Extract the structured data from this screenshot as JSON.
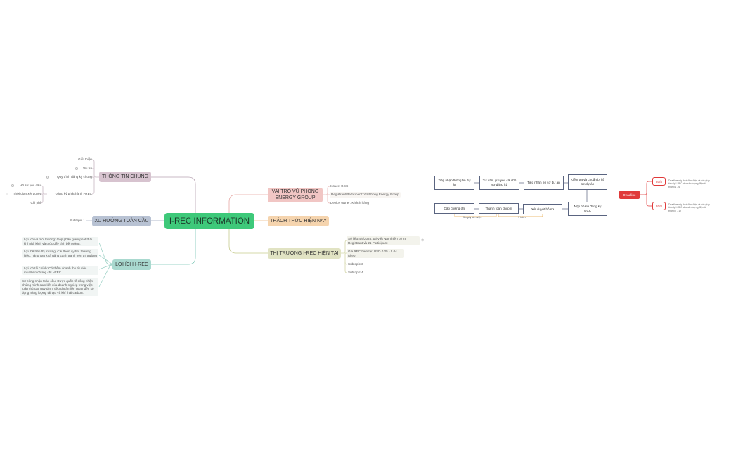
{
  "mindmap": {
    "central": "I-REC INFORMATION",
    "thong_tin_chung": {
      "label": "THÔNG TIN CHUNG",
      "items": [
        "Giới thiệu",
        "Vai trò",
        "Quy trình đăng ký chung",
        "Đăng ký phát hành I-REC"
      ],
      "sub_items": [
        "Hồ sơ yêu cầu",
        "Thời gian xét duyệt",
        "Chi phí"
      ]
    },
    "xu_huong": {
      "label": "XU HƯỚNG TOÀN CẦU",
      "items": [
        "Subtopic 1"
      ]
    },
    "loi_ich": {
      "label": "LỢI ÍCH I-REC",
      "items": [
        "Lợi ích về môi trường: Góp phần giảm phát thải khí nhà kính và thúc đẩy tính bền vững.",
        "Lợi thế trên thị trường: Cải thiện uy tín, thương hiệu, nâng cao khả năng cạnh tranh trên thị trường",
        "Lợi ích tài chính: Có thêm doanh thu từ việc mua/bán chứng chỉ I-REC.",
        "Sự công nhận toàn cầu: Được quốc tế công nhận, chứng minh cam kết của doanh nghiệp trong việc tuân thủ các quy định, tiêu chuẩn liên quan đến sử dụng năng lượng tái tạo và khí thải carbon."
      ]
    },
    "vai_tro": {
      "label": "VAI TRÒ VŨ PHONG ENERGY GROUP",
      "items": [
        "Issuer: GCC",
        "Registrant/Participant: Vũ Phong Energy Group",
        "Device owner: Khách hàng"
      ]
    },
    "thach_thuc": {
      "label": "THÁCH THỨC HIỆN NAY"
    },
    "thi_truong": {
      "label": "THỊ TRƯỜNG I-REC HIỆN TẠI",
      "items": [
        "Số liệu 4/9/2025: tại Việt Nam hiện có 29 Registrant và 21 Participant",
        "Giá REC hiện tại: USD 0.25 - 2.04 (theo",
        "Subtopic 3",
        "Subtopic 4"
      ]
    }
  },
  "flow": {
    "row1": [
      "Tiếp nhận thông tin dự án",
      "Tư vấn, gửi yêu cầu hồ sơ đăng ký",
      "Tiếp nhận hồ sơ dự án",
      "Kiểm tra và chuẩn bị hồ sơ dự án"
    ],
    "row2": [
      "Cấp chứng chỉ",
      "Thanh toán chi phí",
      "Xét duyệt hồ sơ",
      "Nộp hồ sơ đăng ký GCC"
    ],
    "notes": [
      "5 ngày làm việc",
      "7 tuần"
    ]
  },
  "deadline": {
    "label": "Deadline",
    "entries": [
      {
        "date": "30/8",
        "text": "Deadline nộp hoá đơn điện và các giấy tờ cấp I-REC cho sản lượng điện từ tháng 1 - 6"
      },
      {
        "date": "30/8",
        "text": "Deadline nộp hoá đơn điện và các giấy tờ cấp I-REC cho sản lượng điện từ tháng 7 - 12"
      }
    ]
  },
  "colors": {
    "central": "#3ec97a",
    "thong_tin_chung": "#d7c3cf",
    "xu_huong": "#b8c2d3",
    "loi_ich": "#a9d9cf",
    "vai_tro": "#f1c6c4",
    "thach_thuc": "#f5d4ae",
    "thi_truong": "#e1e3c3",
    "deadline": "#e03a3a"
  }
}
